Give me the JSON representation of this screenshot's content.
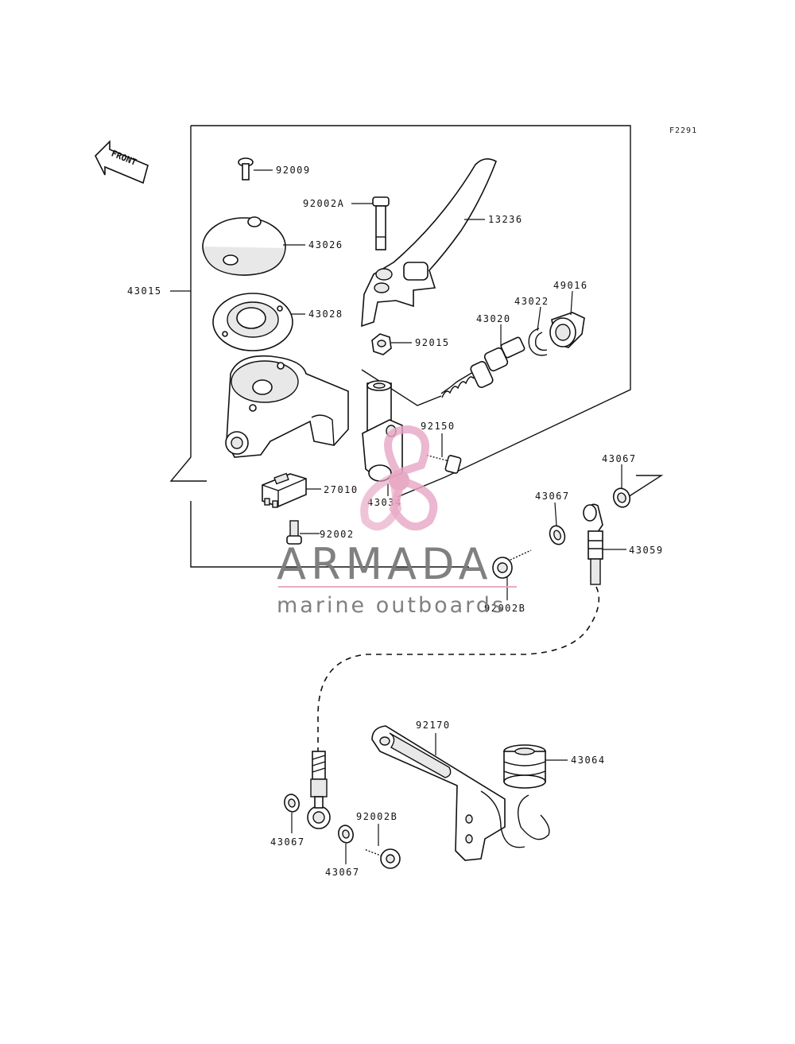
{
  "diagram": {
    "ref_code": "F2291",
    "front_label": "FRONT",
    "parts": {
      "p92009": "92009",
      "p92002A": "92002A",
      "p13236": "13236",
      "p43026": "43026",
      "p43015": "43015",
      "p43028": "43028",
      "p49016": "49016",
      "p43022": "43022",
      "p43020": "43020",
      "p92015": "92015",
      "p92150": "92150",
      "p27010": "27010",
      "p43034": "43034",
      "p92002": "92002",
      "p43067_a": "43067",
      "p43067_b": "43067",
      "p43059": "43059",
      "p92002B_a": "92002B",
      "p92170": "92170",
      "p43064": "43064",
      "p92002B_b": "92002B",
      "p43067_c": "43067",
      "p43067_d": "43067"
    }
  },
  "watermark": {
    "brand": "ARMADA",
    "tagline": "marine outboards",
    "accent_color": "#e8a6c4",
    "text_color": "#7a7a7a"
  }
}
